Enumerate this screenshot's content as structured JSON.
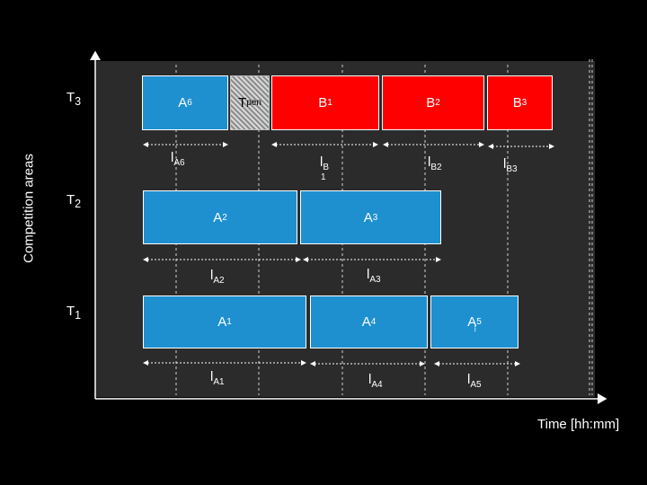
{
  "axes": {
    "y_label": "Competition areas",
    "x_label": "Time [hh:mm]"
  },
  "rows": [
    {
      "label": "T",
      "sub": "3"
    },
    {
      "label": "T",
      "sub": "2"
    },
    {
      "label": "T",
      "sub": "1"
    }
  ],
  "blocks": [
    {
      "label": "A",
      "sub": "6",
      "kind": "competition"
    },
    {
      "label": "T",
      "sub": "pen",
      "kind": "penalty"
    },
    {
      "label": "B",
      "sub": "1",
      "kind": "break"
    },
    {
      "label": "B",
      "sub": "2",
      "kind": "break"
    },
    {
      "label": "B",
      "sub": "3",
      "kind": "break"
    },
    {
      "label": "A",
      "sub": "2",
      "kind": "competition"
    },
    {
      "label": "A",
      "sub": "3",
      "kind": "competition"
    },
    {
      "label": "A",
      "sub": "1",
      "kind": "competition"
    },
    {
      "label": "A",
      "sub": "4",
      "kind": "competition"
    },
    {
      "label": "A",
      "sub": "5",
      "kind": "competition"
    }
  ],
  "intervals": [
    {
      "label": "l",
      "sub": "A6"
    },
    {
      "label": "l",
      "sub": "B"
    },
    {
      "label": "l",
      "sub": "B2"
    },
    {
      "label": "l",
      "sub": "B3"
    },
    {
      "label": "l",
      "sub": "A2"
    },
    {
      "label": "l",
      "sub": "A3"
    },
    {
      "label": "l",
      "sub": "A1"
    },
    {
      "label": "l",
      "sub": "A4"
    },
    {
      "label": "l",
      "sub": "A5"
    }
  ],
  "extra": {
    "b1_sub_suffix": "1",
    "ellipsis": "..."
  },
  "colors": {
    "competition": "#1e90d0",
    "break": "#ff0000",
    "background": "#2b2b2b"
  }
}
